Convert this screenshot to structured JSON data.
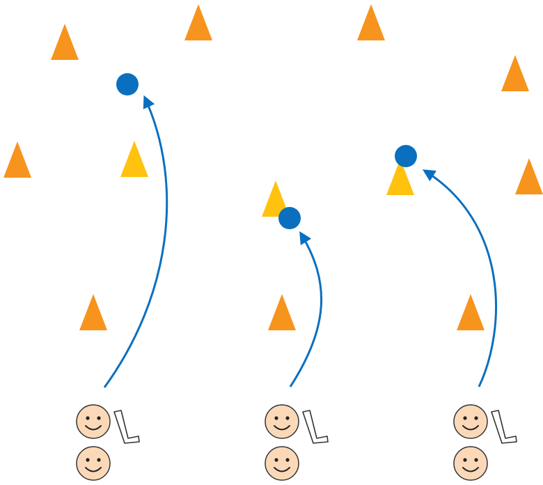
{
  "colors": {
    "background": "#ffffff",
    "cone_orange": "#f7941d",
    "cone_yellow": "#ffc20e",
    "ball_blue": "#0a6fbf",
    "path_blue": "#0a6fbf",
    "face_fill": "#fbd9b8",
    "face_stroke": "#333333",
    "stick_stroke": "#333333"
  },
  "icons": {
    "cone": "cone-icon",
    "ball": "ball-icon",
    "player": "player-face-icon",
    "stick": "hockey-stick-icon",
    "path": "curved-arrow-path"
  },
  "groups": [
    {
      "id": "left",
      "players": 2,
      "stick": true,
      "shot_target": "far"
    },
    {
      "id": "middle",
      "players": 2,
      "stick": true,
      "shot_target": "near"
    },
    {
      "id": "right",
      "players": 2,
      "stick": true,
      "shot_target": "mid"
    }
  ]
}
